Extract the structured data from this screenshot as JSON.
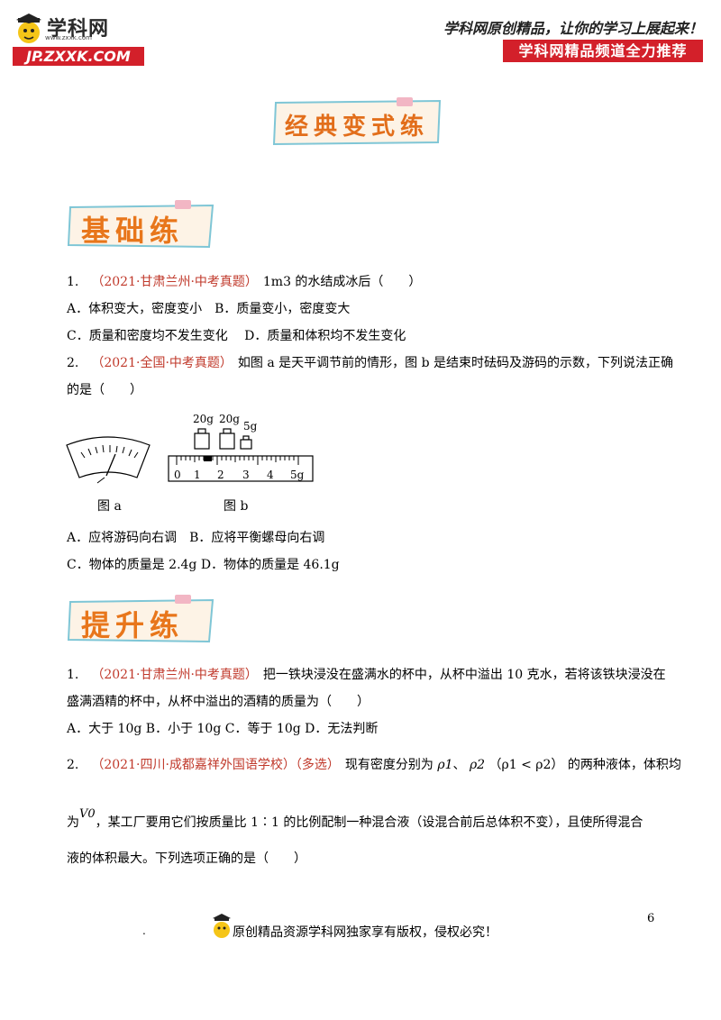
{
  "header": {
    "logo_cn": "学科网",
    "logo_url": "www.zxxk.com",
    "logo_bar": "JP.ZXXK.COM",
    "slogan": "学科网原创精品，让你的学习上展起来！",
    "slogan_bar": "学科网精品频道全力推荐"
  },
  "main_banner": "经典变式练",
  "sections": {
    "basic": "基础练",
    "advanced": "提升练"
  },
  "q1": {
    "num": "1.",
    "source": "（2021·甘肃兰州·中考真题）",
    "stem": "1m3 的水结成冰后（　　）",
    "optAB": "A．体积变大，密度变小　B．质量变小，密度变大",
    "optCD": "C．质量和密度均不发生变化　 D．质量和体积均不发生变化"
  },
  "q2": {
    "num": "2.",
    "source": "（2021·全国·中考真题）",
    "stem": "如图 a 是天平调节前的情形，图 b 是结束时砝码及游码的示数，下列说法正确",
    "stem2": "的是（　　）",
    "fig_a": "图 a",
    "fig_b": "图 b",
    "weights": [
      "20g",
      "20g",
      "5g"
    ],
    "scale": [
      "0",
      "1",
      "2",
      "3",
      "4",
      "5g"
    ],
    "optAB": "A．应将游码向右调　B．应将平衡螺母向右调",
    "optCD": "C．物体的质量是 2.4g D．物体的质量是 46.1g"
  },
  "q3": {
    "num": "1.",
    "source": "（2021·甘肃兰州·中考真题）",
    "stem": "把一铁块浸没在盛满水的杯中，从杯中溢出 10 克水，若将该铁块浸没在",
    "stem2": "盛满酒精的杯中，从杯中溢出的酒精的质量为（　　）",
    "opts": "A．大于 10g  B．小于 10g  C．等于 10g  D．无法判断"
  },
  "q4": {
    "num": "2.",
    "source": "（2021·四川·成都嘉祥外国语学校）（多选）",
    "stem_a": "现有密度分别为",
    "rho1": "ρ1",
    "sep": "、",
    "rho2": "ρ2",
    "cond": "（ρ1 < ρ2）",
    "stem_b": "的两种液体，体积均",
    "line2_a": "为",
    "v0": "V0",
    "line2_b": "，某工厂要用它们按质量比 1∶1 的比例配制一种混合液（设混合前后总体积不变），且使所得混合",
    "line3": "液的体积最大。下列选项正确的是（　　）"
  },
  "footer": {
    "dot": ".",
    "text": "原创精品资源学科网独家享有版权，侵权必究！",
    "page": "6"
  },
  "colors": {
    "brand_red": "#d3202a",
    "banner_orange": "#e8761b",
    "source_red": "#c0392b"
  }
}
